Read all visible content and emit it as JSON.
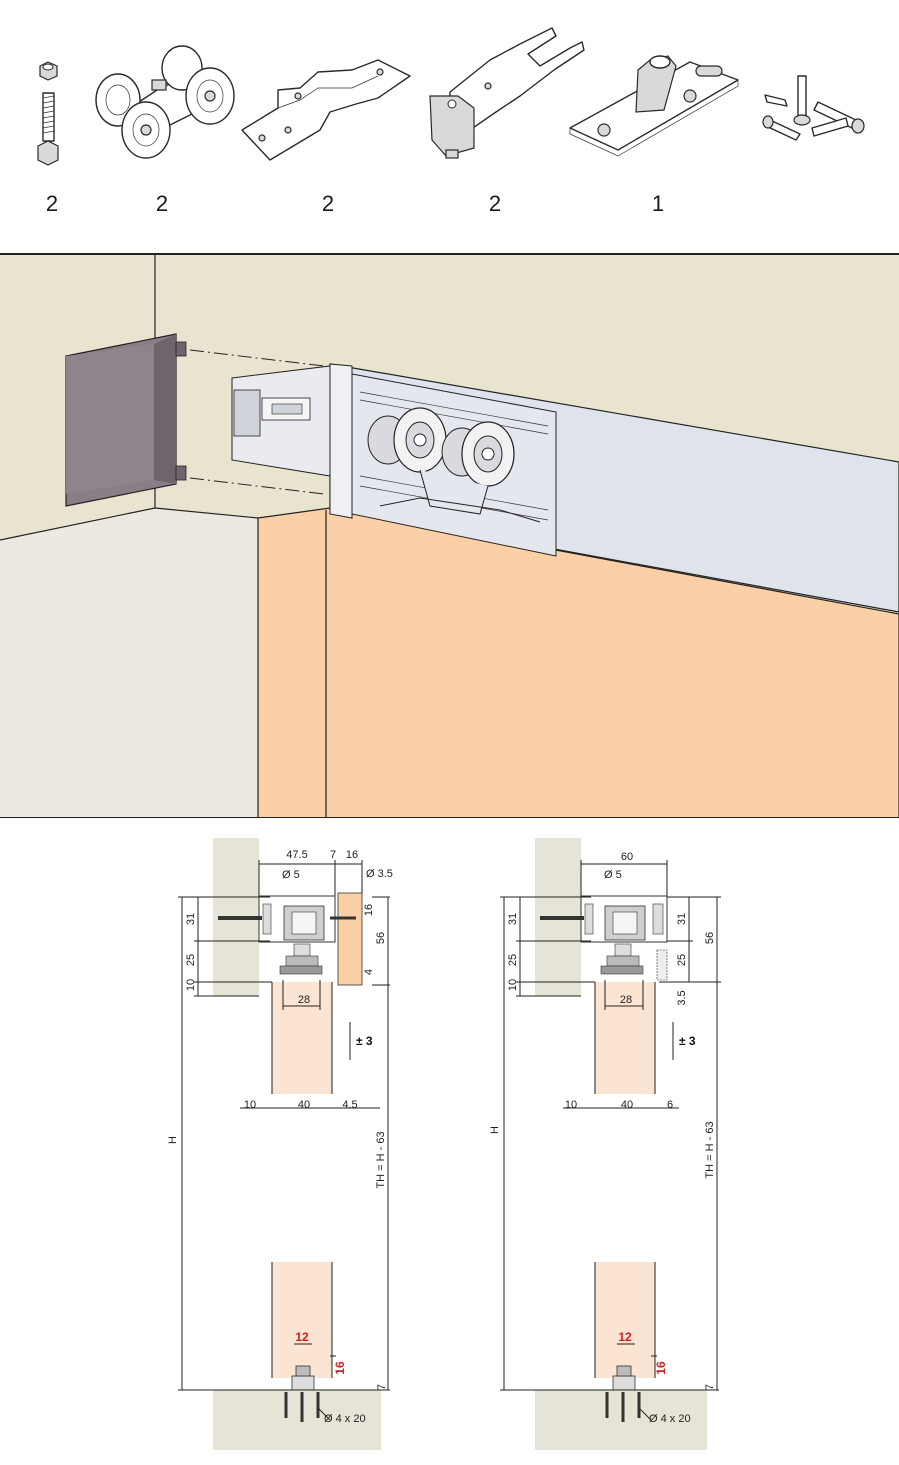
{
  "parts": [
    {
      "name": "bolt-with-nut",
      "quantity": "2"
    },
    {
      "name": "roller-carriage",
      "quantity": "2"
    },
    {
      "name": "door-bracket",
      "quantity": "2"
    },
    {
      "name": "clamp-bracket",
      "quantity": "2"
    },
    {
      "name": "floor-guide",
      "quantity": "1"
    },
    {
      "name": "screw-set",
      "quantity": ""
    }
  ],
  "colors": {
    "wall": "#e9e4d0",
    "door": "#fbd0a6",
    "track": "#dfe3ec",
    "end_cap": "#8a7e86",
    "floor": "#e6e4d6",
    "door_section": "#fbe4d2",
    "highlight": "#d21f1f"
  },
  "left_section": {
    "dims": {
      "d475": "47.5",
      "d7": "7",
      "d16": "16",
      "dia5": "Ø 5",
      "dia35": "Ø 3.5",
      "d31": "31",
      "d16v": "16",
      "d56": "56",
      "d25": "25",
      "d10": "10",
      "d4": "4",
      "d28": "28",
      "pm3": "± 3",
      "d10b": "10",
      "d40": "40",
      "d45": "4.5",
      "H": "H",
      "TH": "TH = H - 63",
      "d12": "12",
      "d16r": "16",
      "d7b": "7",
      "screw": "Ø 4 x 20"
    }
  },
  "right_section": {
    "dims": {
      "d60": "60",
      "dia5": "Ø 5",
      "d31": "31",
      "d31r": "31",
      "d56": "56",
      "d25": "25",
      "d25r": "25",
      "d10": "10",
      "d35": "3.5",
      "d28": "28",
      "pm3": "± 3",
      "d10b": "10",
      "d40": "40",
      "d6": "6",
      "H": "H",
      "TH": "TH = H - 63",
      "d12": "12",
      "d16r": "16",
      "d7b": "7",
      "screw": "Ø 4 x 20"
    }
  }
}
